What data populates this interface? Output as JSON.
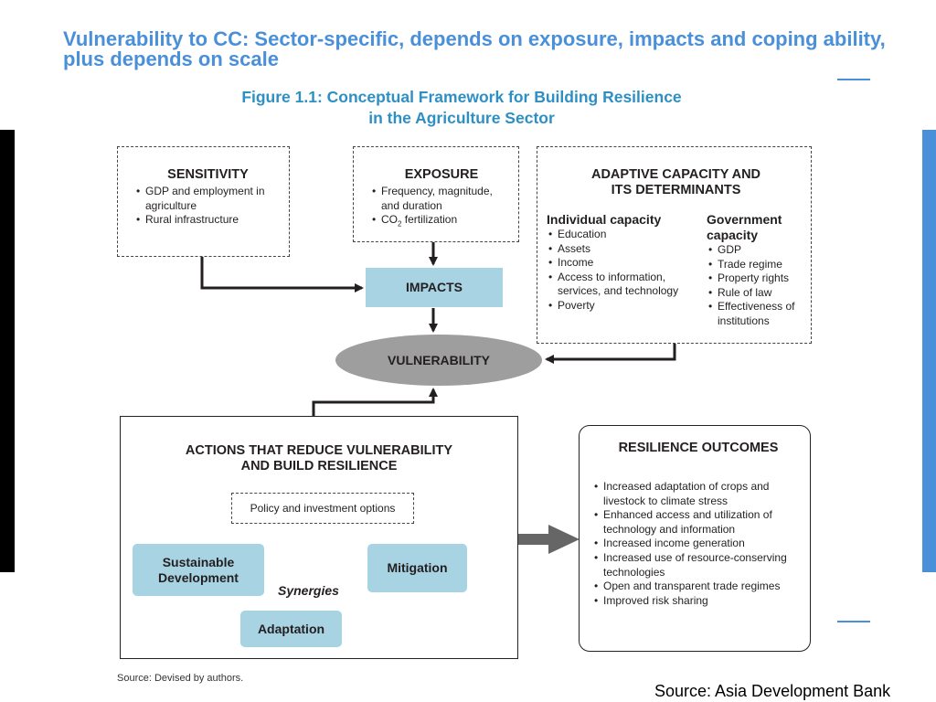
{
  "slide": {
    "title": "Vulnerability to CC: Sector-specific, depends on exposure, impacts and coping ability, plus depends on scale",
    "source": "Source: Asia Development Bank"
  },
  "figure": {
    "title_line1": "Figure 1.1:  Conceptual Framework for Building Resilience",
    "title_line2": "in the Agriculture Sector",
    "source_note": "Source: Devised by authors."
  },
  "sensitivity": {
    "heading": "SENSITIVITY",
    "items": [
      "GDP and employment in agriculture",
      "Rural infrastructure"
    ]
  },
  "exposure": {
    "heading": "EXPOSURE",
    "items": [
      "Frequency, magnitude, and duration"
    ],
    "co2_prefix": "CO",
    "co2_sub": "2",
    "co2_suffix": " fertilization"
  },
  "adaptive": {
    "heading_line1": "ADAPTIVE CAPACITY AND",
    "heading_line2": "ITS DETERMINANTS",
    "individual_heading": "Individual capacity",
    "individual_items": [
      "Education",
      "Assets",
      "Income",
      "Access to information, services, and technology",
      "Poverty"
    ],
    "government_heading": "Government capacity",
    "government_items": [
      "GDP",
      "Trade regime",
      "Property rights",
      "Rule of law",
      "Effectiveness of institutions"
    ]
  },
  "impacts": {
    "label": "IMPACTS"
  },
  "vulnerability": {
    "label": "VULNERABILITY"
  },
  "actions": {
    "heading_line1": "ACTIONS THAT REDUCE VULNERABILITY",
    "heading_line2": "AND BUILD RESILIENCE",
    "policy": "Policy and investment options",
    "sustainable": "Sustainable Development",
    "mitigation": "Mitigation",
    "adaptation": "Adaptation",
    "synergies": "Synergies"
  },
  "outcomes": {
    "heading": "RESILIENCE OUTCOMES",
    "items": [
      "Increased adaptation of crops and livestock to climate stress",
      "Enhanced access and utilization of technology and information",
      "Increased income generation",
      "Increased use of resource-conserving technologies",
      "Open and transparent trade regimes",
      "Improved risk sharing"
    ]
  },
  "colors": {
    "title_blue": "#4a90d9",
    "figure_title_blue": "#2e8fc4",
    "box_blue": "#a8d3e3",
    "ellipse_gray": "#9e9e9e",
    "arrow_gray": "#666666"
  }
}
